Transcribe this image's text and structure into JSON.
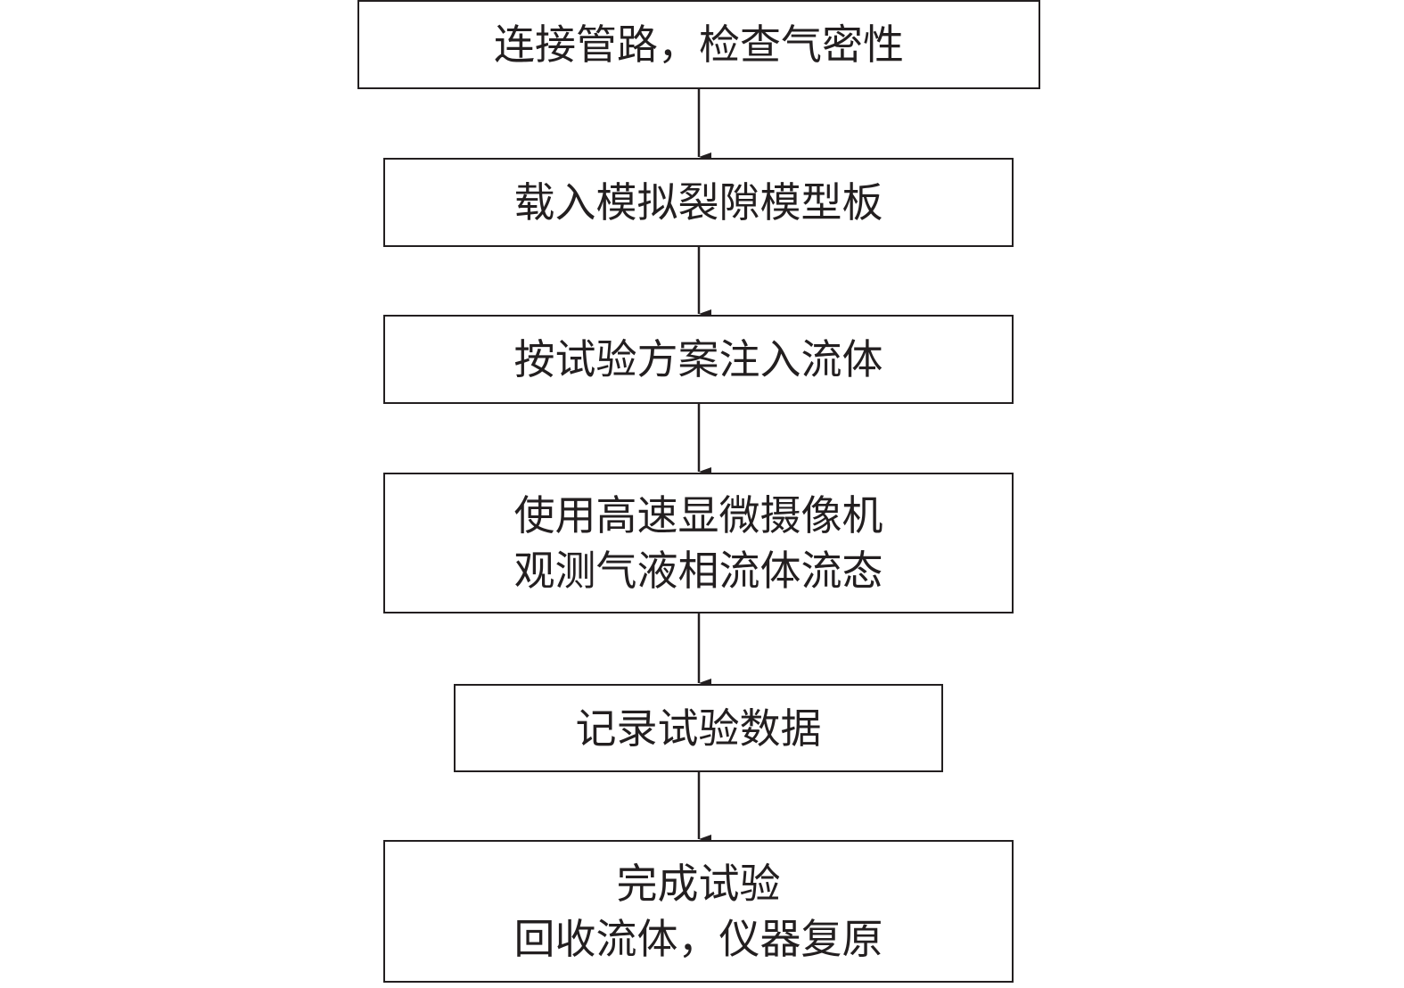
{
  "steps": [
    {
      "lines": [
        "连接管路，检查气密性"
      ]
    },
    {
      "lines": [
        "载入模拟裂隙模型板"
      ]
    },
    {
      "lines": [
        "按试验方案注入流体"
      ]
    },
    {
      "lines": [
        "使用高速显微摄像机",
        "观测气液相流体流态"
      ]
    },
    {
      "lines": [
        "记录试验数据"
      ]
    },
    {
      "lines": [
        "完成试验",
        "回收流体，仪器复原"
      ]
    }
  ],
  "colors": {
    "line": "#231f20",
    "background": "#ffffff"
  }
}
